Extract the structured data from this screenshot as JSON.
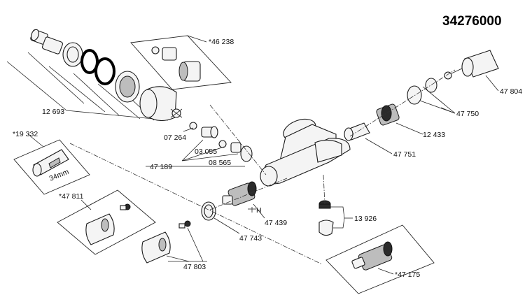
{
  "title": "34276000",
  "labels": {
    "p46238": "*46 238",
    "p12693": "12 693",
    "p07264": "07 264",
    "p03055": "03 055",
    "p08565": "08 565",
    "p47189": "47 189",
    "p19332": "*19 332",
    "p34mm": "34mm",
    "p47811": "*47 811",
    "p47743": "47 743",
    "p47803": "47 803",
    "p47439": "47 439",
    "pH": "H",
    "p47751": "47 751",
    "p12433": "12 433",
    "p47750": "47 750",
    "p47804": "47 804",
    "p13926": "13 926",
    "p47175": "*47 175"
  }
}
